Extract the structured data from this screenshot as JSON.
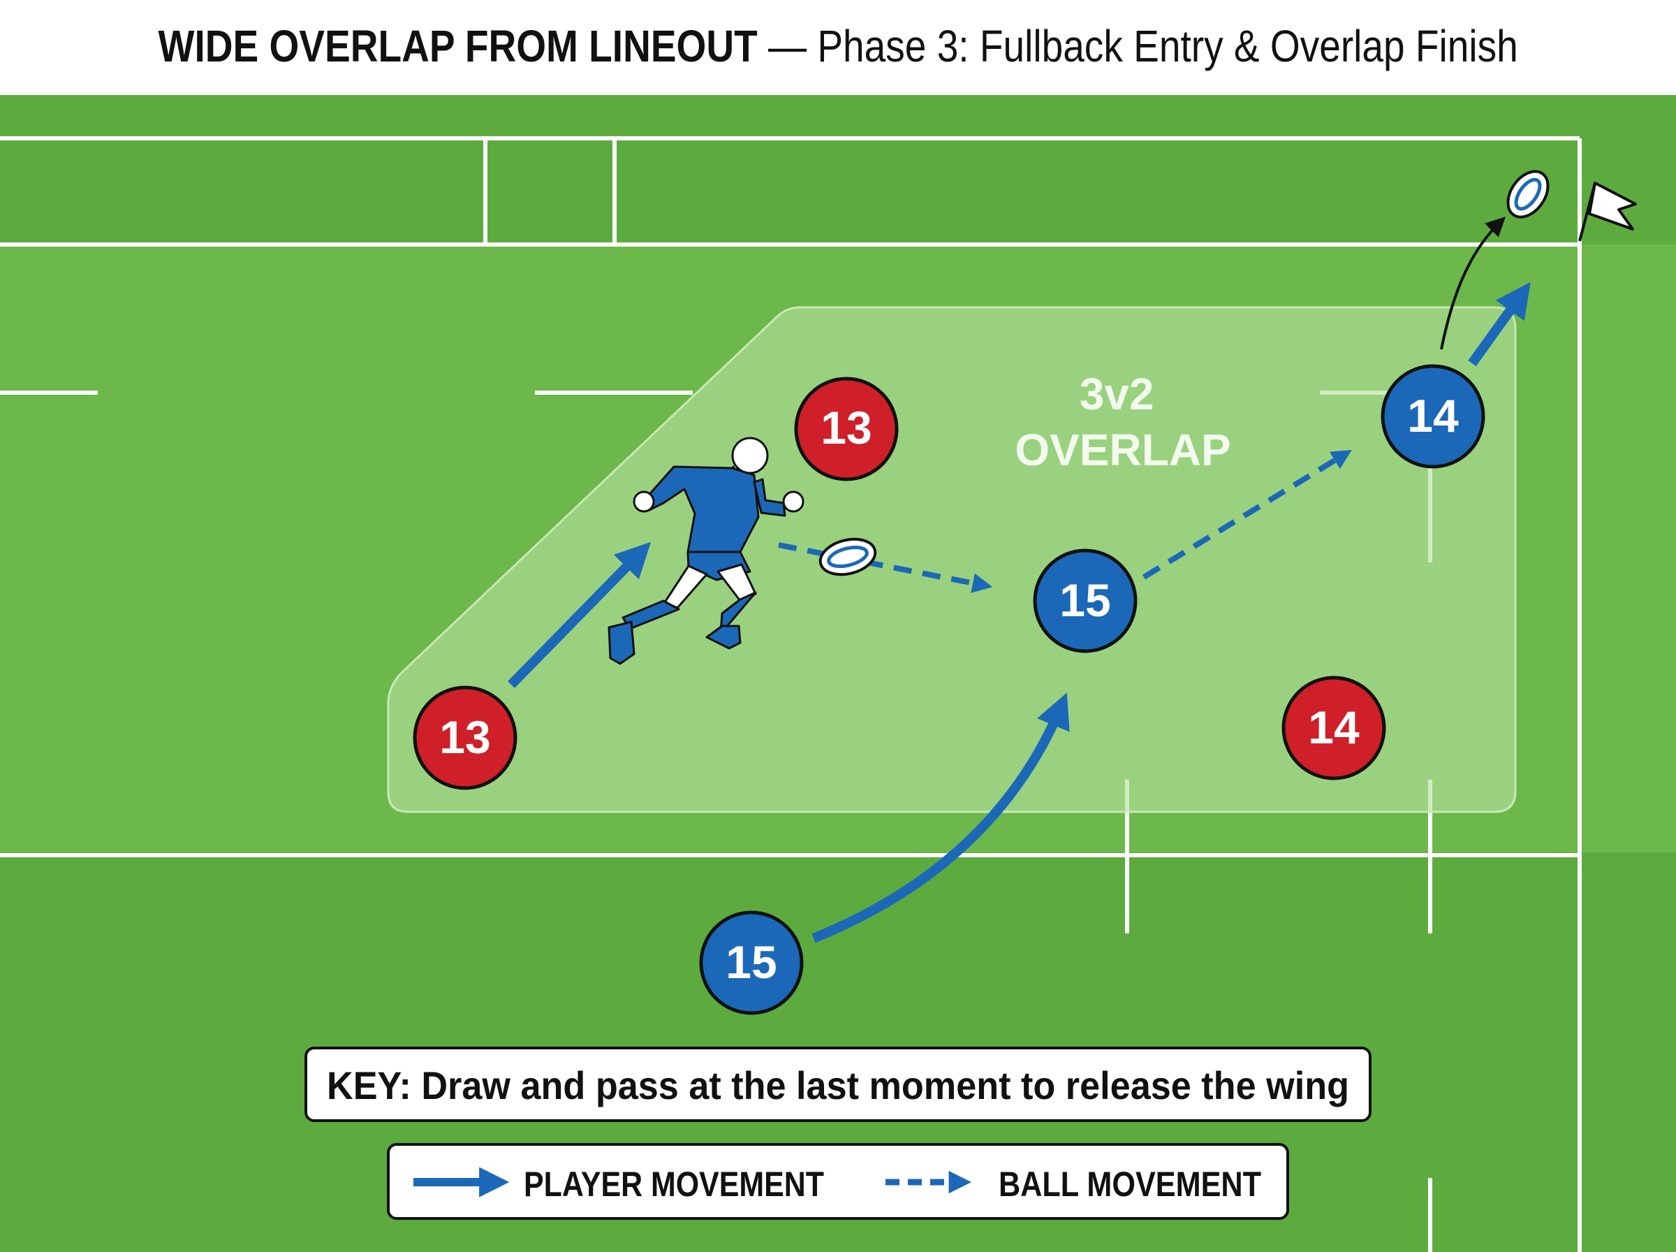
{
  "title": {
    "bold": "WIDE OVERLAP FROM LINEOUT",
    "separator": "—",
    "subtitle": "Phase 3: Fullback Entry & Overlap Finish"
  },
  "zone_label": [
    "3v2",
    "OVERLAP"
  ],
  "players": {
    "defender_13_top": "13",
    "defender_13_bottom": "13",
    "defender_14": "14",
    "attacker_15_receive": "15",
    "attacker_15_start": "15",
    "attacker_14": "14"
  },
  "key_note": "KEY: Draw and pass at the last moment to release the wing",
  "legend": {
    "player_movement": "PLAYER MOVEMENT",
    "ball_movement": "BALL MOVEMENT"
  },
  "colors": {
    "pitch": "#5dab3f",
    "pitch_stripe": "#6cb84a",
    "attack": "#1c68b8",
    "defence": "#cf2029",
    "line": "#ffffff",
    "zone": "#a6d68a"
  },
  "icons": [
    "running-player-icon",
    "rugby-ball-icon",
    "corner-flag-icon"
  ]
}
